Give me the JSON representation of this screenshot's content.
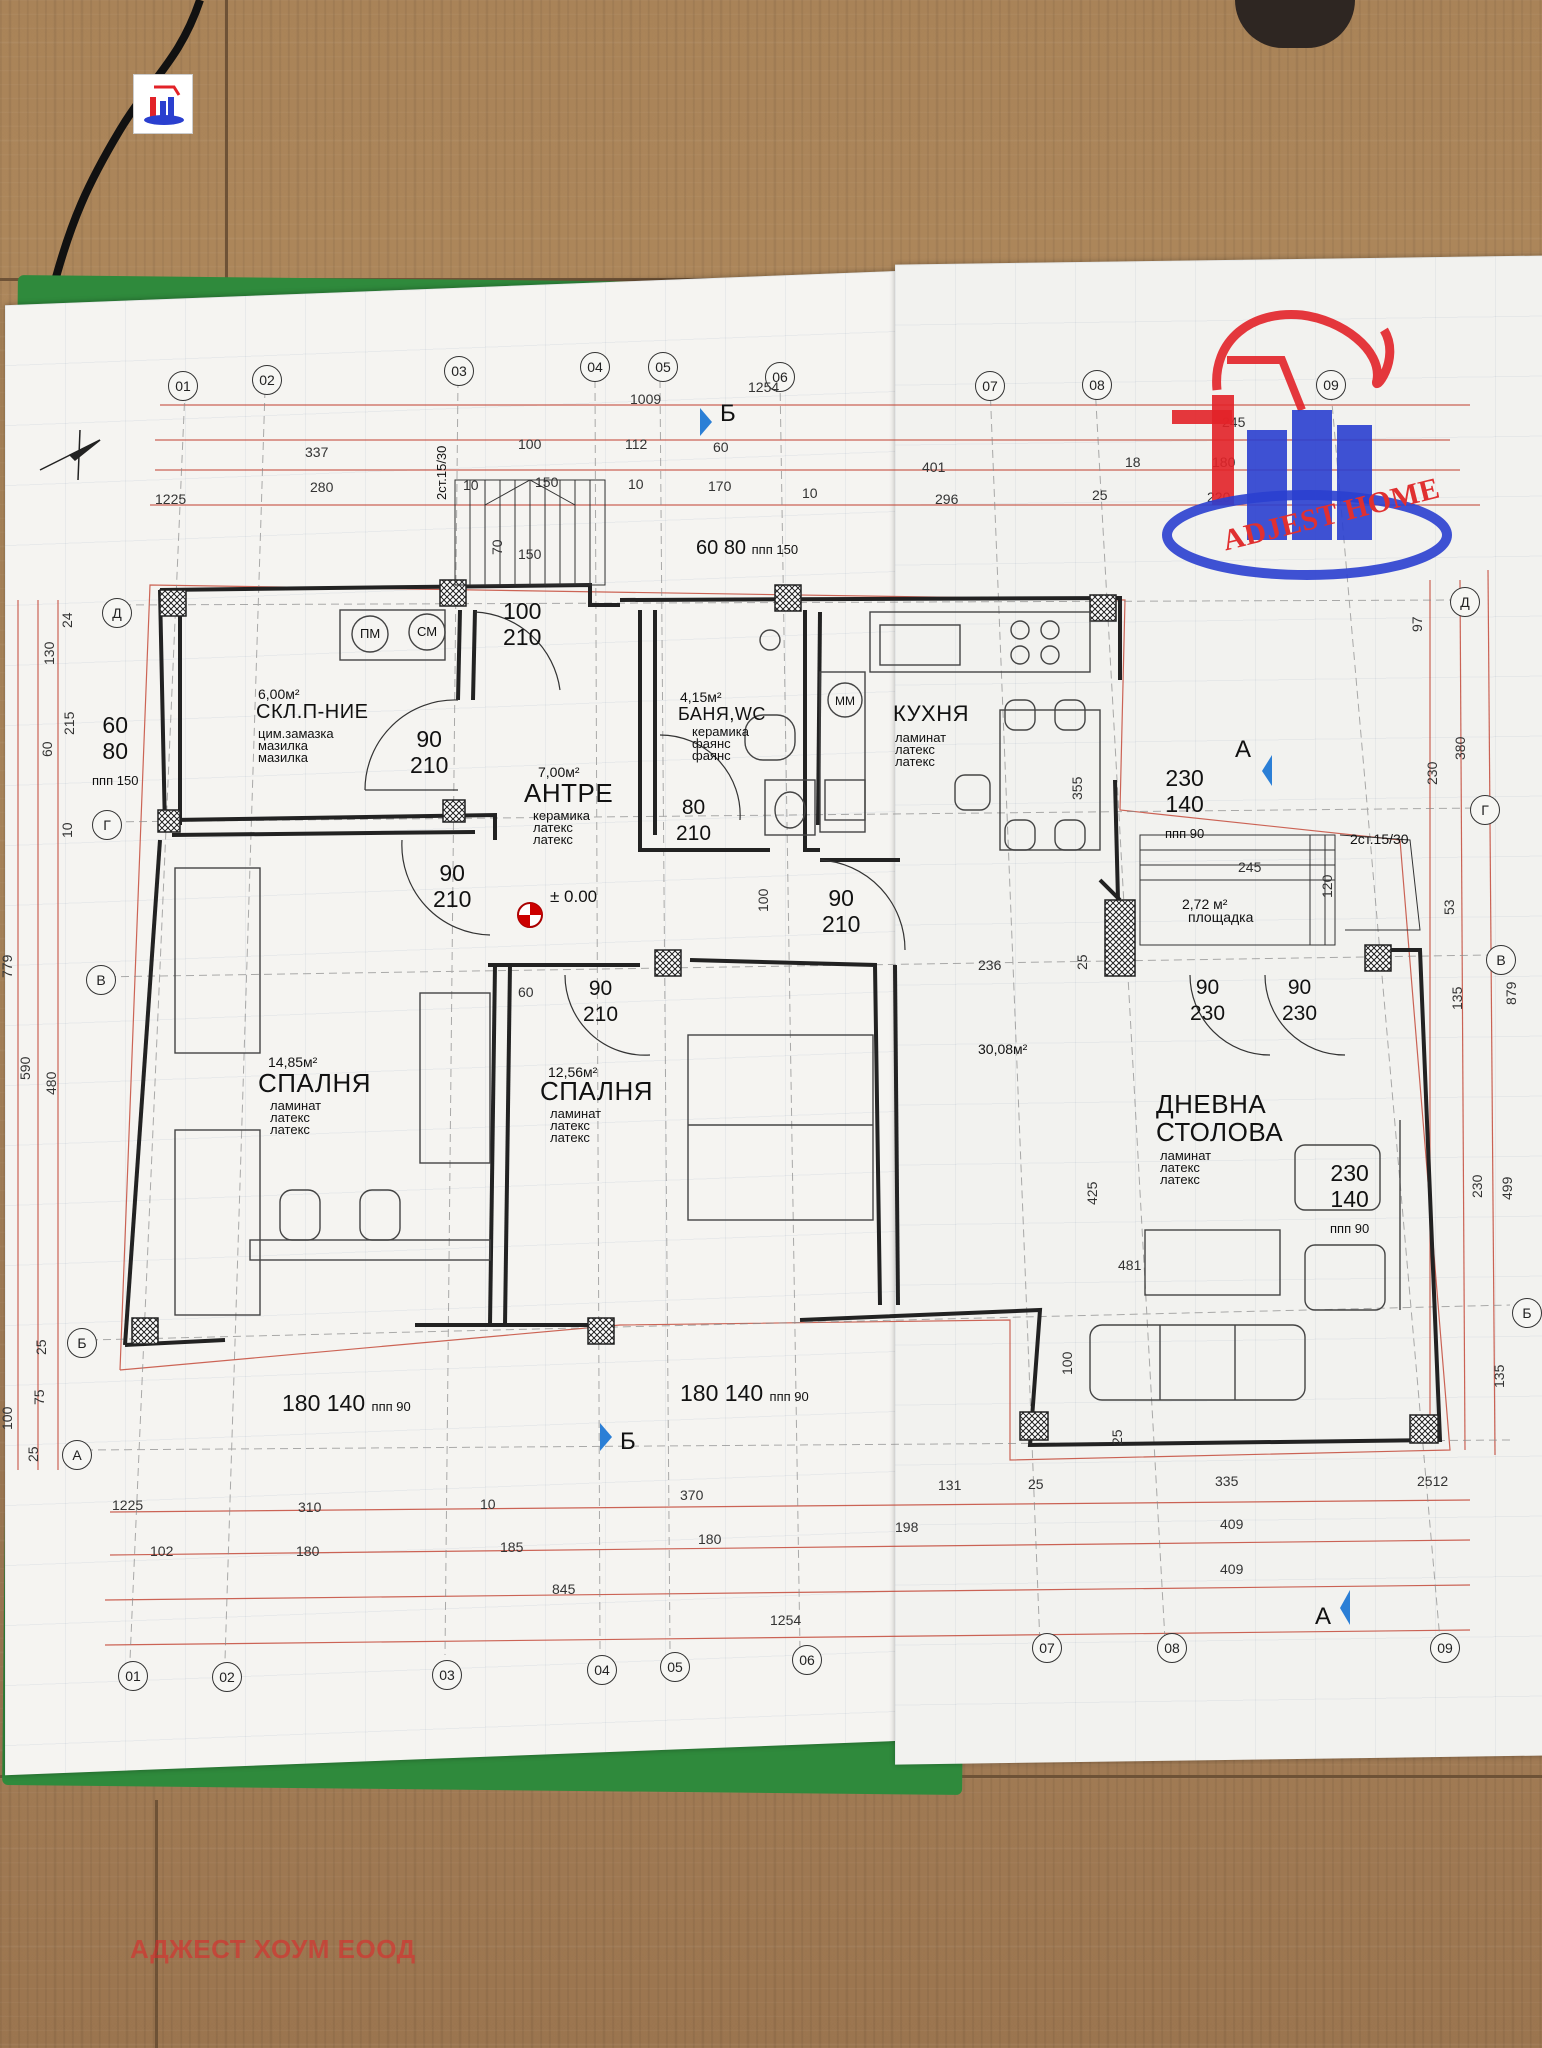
{
  "watermark": {
    "logo_text": "ADJEST HOME",
    "company_text": "АДЖЕСТ ХОУМ ЕООД"
  },
  "colors": {
    "brand_red": "#e22228",
    "brand_blue": "#2a3fcf",
    "book_green": "#2f8a3c",
    "dimension_red": "#c44a3a",
    "desk_wood": "#a98358"
  },
  "plan": {
    "north_arrow": "north-arrow",
    "elevation_mark": "± 0.00",
    "rooms": [
      {
        "id": "storage",
        "area": "6,00м²",
        "name": "СКЛ.П-НИЕ",
        "finishes": "цим.замазка\nмазилка\nмазилка"
      },
      {
        "id": "hall",
        "area": "7,00м²",
        "name": "АНТРЕ",
        "finishes": "керамика\nлатекс\nлатекс"
      },
      {
        "id": "bath",
        "area": "4,15м²",
        "name": "БАНЯ,WC",
        "finishes": "керамика\nфаянс\nфаянс"
      },
      {
        "id": "kitchen",
        "area": "",
        "name": "КУХНЯ",
        "finishes": "ламинат\nлатекс\nлатекс"
      },
      {
        "id": "bedroom1",
        "area": "14,85м²",
        "name": "СПАЛНЯ",
        "finishes": "ламинат\nлатекс\nлатекс"
      },
      {
        "id": "bedroom2",
        "area": "12,56м²",
        "name": "СПАЛНЯ",
        "finishes": "ламинат\nлатекс\nлатекс"
      },
      {
        "id": "living",
        "area": "30,08м²",
        "name": "ДНЕВНА\nСТОЛОВА",
        "finishes": "ламинат\nлатекс\nлатекс"
      },
      {
        "id": "landing",
        "area": "2,72 м²",
        "name": "площадка",
        "finishes": ""
      }
    ],
    "appliances": {
      "washer_1": "ПМ",
      "washer_2": "СМ",
      "dishwasher": "ММ"
    },
    "stairs": {
      "top": "2ст.15/30",
      "right": "2ст.15/30"
    },
    "doors": [
      {
        "id": "entry",
        "w": "100",
        "h": "210"
      },
      {
        "id": "storage",
        "w": "90",
        "h": "210"
      },
      {
        "id": "hall_bed1",
        "w": "90",
        "h": "210"
      },
      {
        "id": "bath",
        "w": "80",
        "h": "210"
      },
      {
        "id": "kitchen",
        "w": "90",
        "h": "210"
      },
      {
        "id": "bed2",
        "w": "90",
        "h": "210"
      },
      {
        "id": "terrace_1",
        "w": "90",
        "h": "230"
      },
      {
        "id": "terrace_2",
        "w": "90",
        "h": "230"
      }
    ],
    "windows": [
      {
        "id": "storage_window",
        "w": "60",
        "h": "80",
        "sill": "ппп 150"
      },
      {
        "id": "bath_window",
        "w": "60",
        "h": "80",
        "sill": "ппп 150"
      },
      {
        "id": "kitchen_window",
        "w": "230",
        "h": "140",
        "sill": "ппп 90"
      },
      {
        "id": "living_window",
        "w": "230",
        "h": "140",
        "sill": "ппп 90"
      },
      {
        "id": "bed1_window",
        "w": "180",
        "h": "140",
        "sill": "ппп 90"
      },
      {
        "id": "bed2_window",
        "w": "180",
        "h": "140",
        "sill": "ппп 90"
      }
    ],
    "section_marks": {
      "b_top": "Б",
      "b_bottom": "Б",
      "a_right": "А",
      "a_bottom": "А"
    },
    "axes_top": [
      "01",
      "02",
      "03",
      "04",
      "05",
      "06",
      "07",
      "08",
      "09"
    ],
    "axes_bottom": [
      "01",
      "02",
      "03",
      "04",
      "05",
      "06",
      "07",
      "08",
      "09"
    ],
    "axes_left": [
      "Д",
      "Г",
      "В",
      "Б",
      "А"
    ],
    "axes_right": [
      "Д",
      "Г",
      "В",
      "Б"
    ],
    "dims_top": {
      "row1": [
        "1009",
        "1254"
      ],
      "row2": [
        "337",
        "100",
        "112",
        "60",
        "401",
        "245"
      ],
      "row3": [
        "1225",
        "280",
        "10",
        "150",
        "10",
        "170",
        "10",
        "296",
        "25",
        "220",
        "180",
        "18"
      ]
    },
    "dims_bottom": {
      "row1": [
        "1225",
        "310",
        "10",
        "370",
        "131",
        "25",
        "335",
        "2512"
      ],
      "row2": [
        "102",
        "180",
        "185",
        "180",
        "198",
        "409"
      ],
      "row3": [
        "845",
        "409"
      ],
      "row4": [
        "1254"
      ]
    },
    "dims_inner": [
      "150",
      "70",
      "100",
      "60",
      "236",
      "245",
      "120",
      "481",
      "355",
      "425",
      "100",
      "25",
      "25"
    ],
    "dims_left": [
      "24",
      "130",
      "215",
      "60",
      "10",
      "779",
      "590",
      "480",
      "25",
      "75",
      "100",
      "25"
    ],
    "dims_right": [
      "97",
      "380",
      "230",
      "53",
      "879",
      "135",
      "499",
      "230",
      "135"
    ]
  }
}
